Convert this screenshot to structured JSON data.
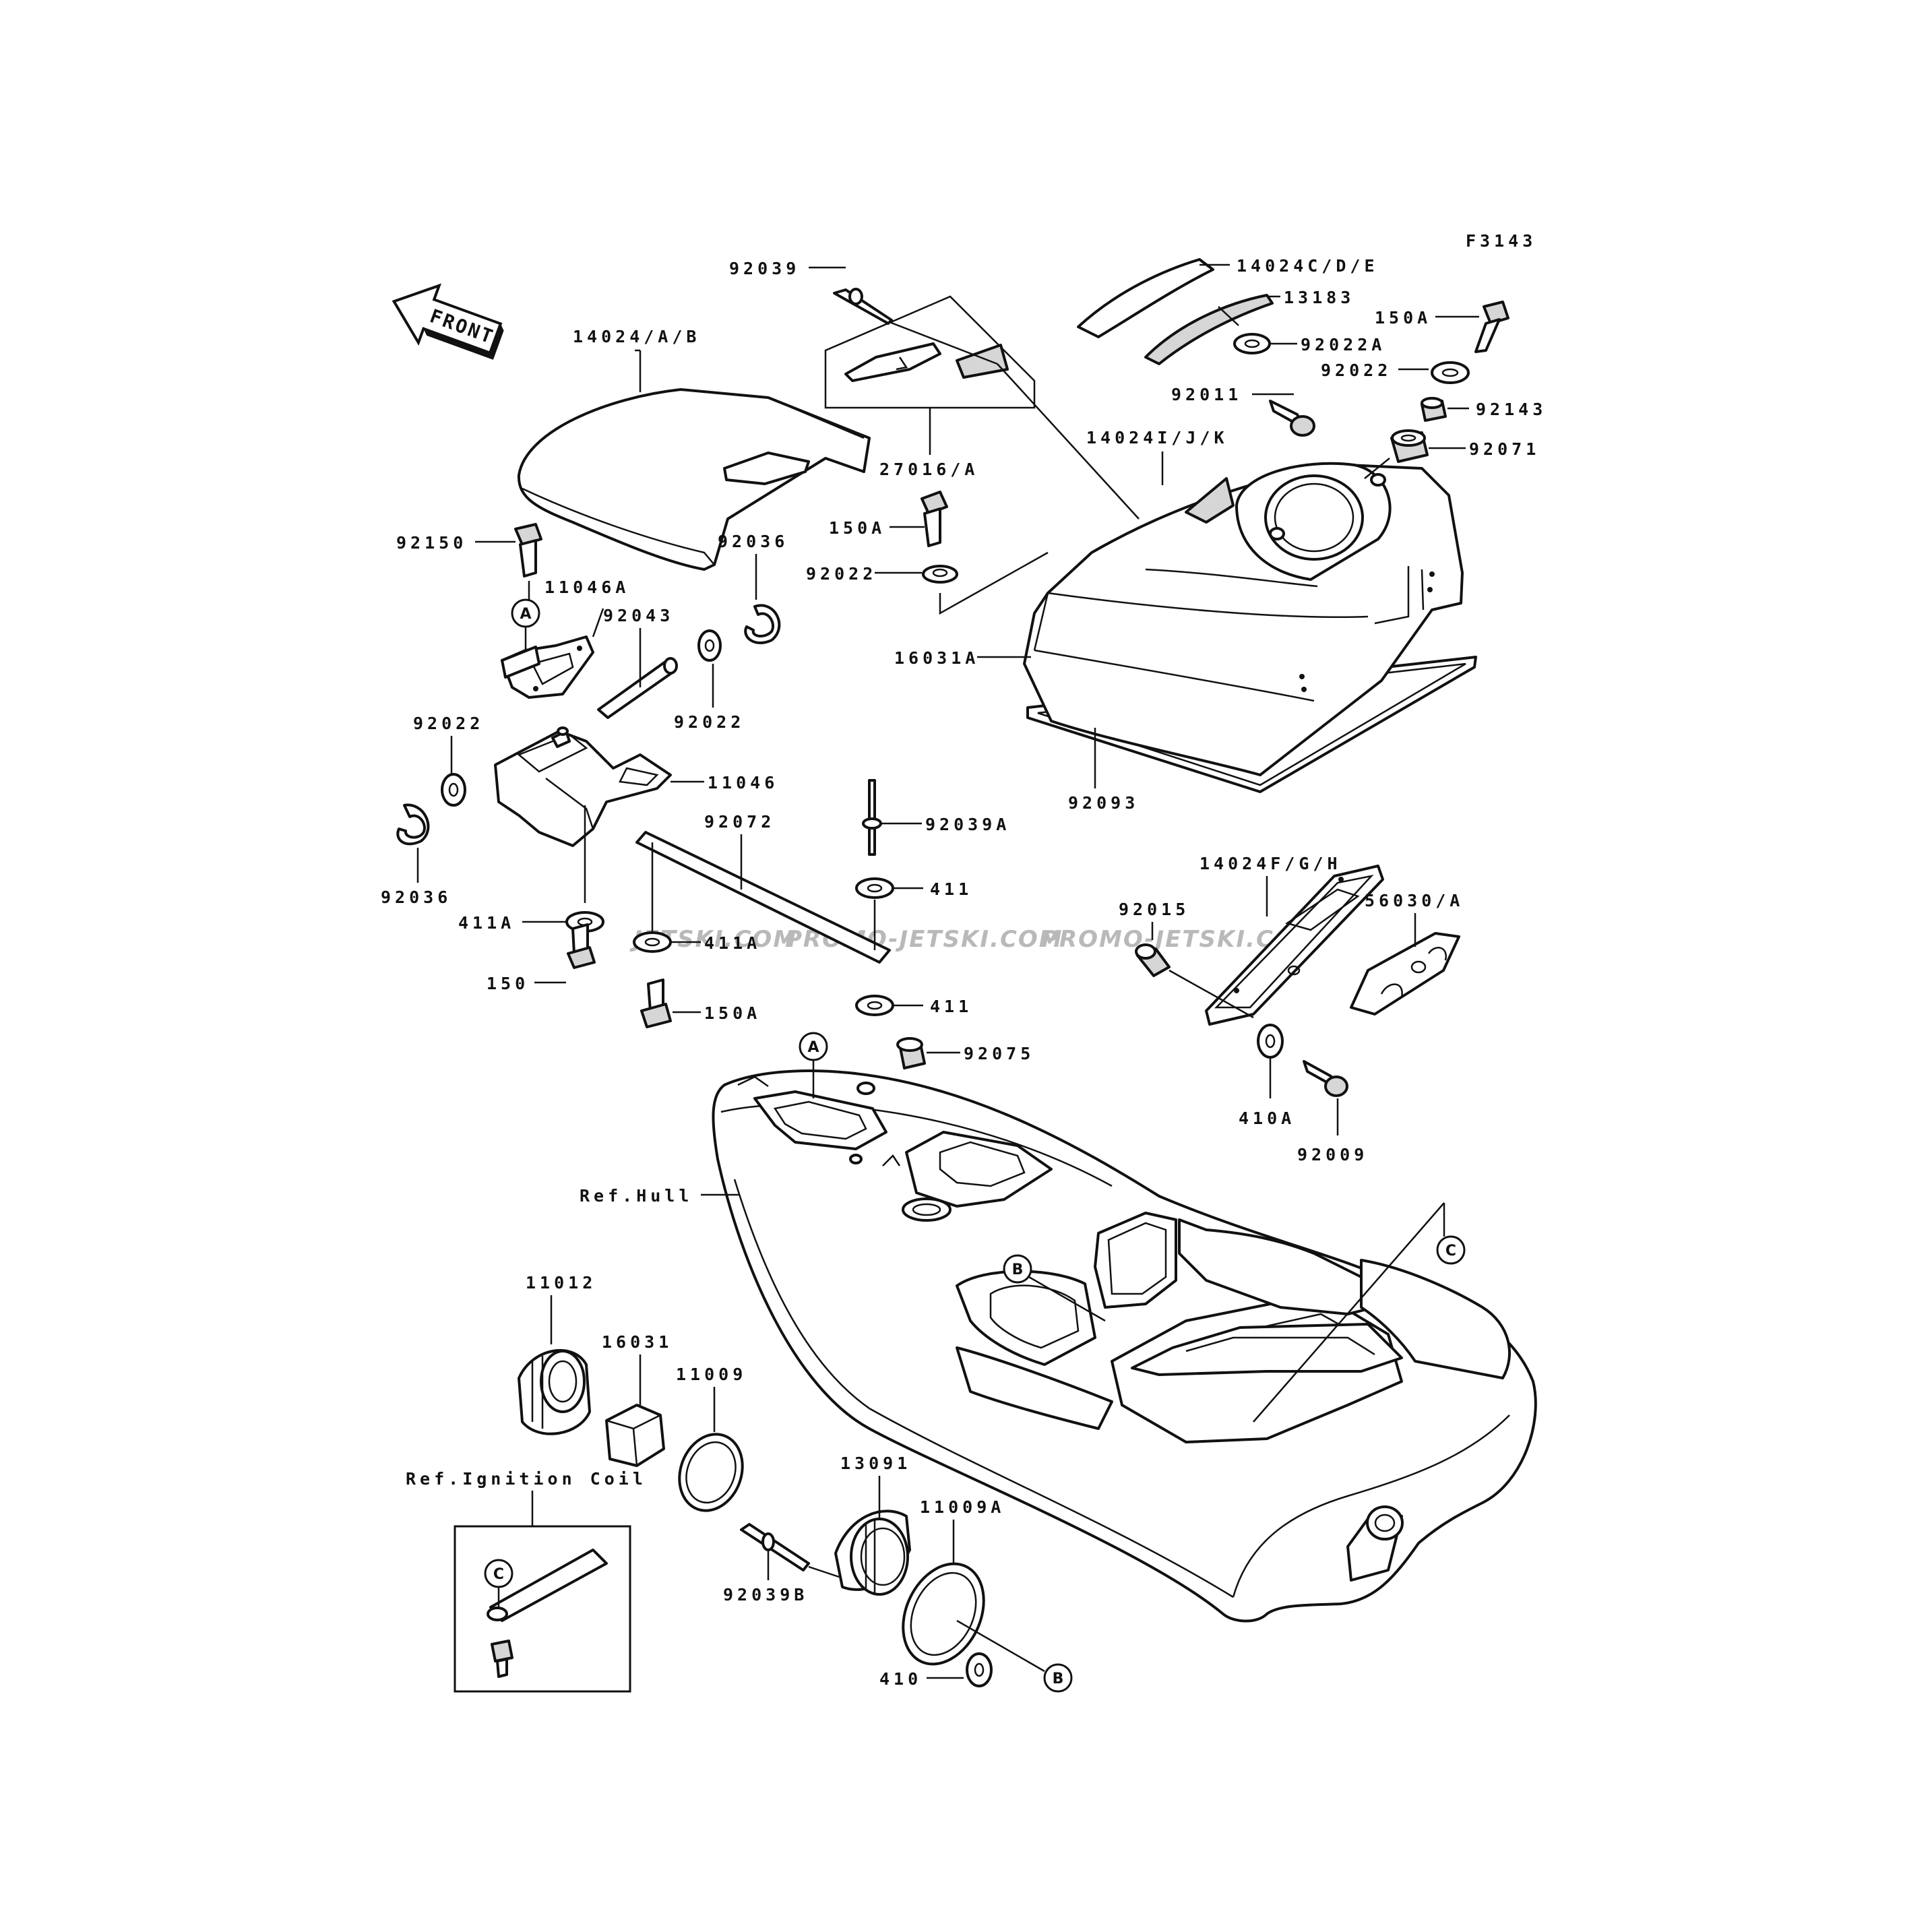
{
  "diagram": {
    "figure_code": "F3143",
    "front_label": "FRONT",
    "watermarks": [
      "JETSKI.COM",
      "PROMO-JETSKI.COM",
      "PROMO-JETSKI.COM"
    ],
    "callouts": {
      "p92039": "92039",
      "p14024cde": "14024C/D/E",
      "p13183": "13183",
      "p150a_top": "150A",
      "p92022a": "92022A",
      "p92022_tr": "92022",
      "p92011": "92011",
      "p92143": "92143",
      "p92071": "92071",
      "p14024ab": "14024/A/B",
      "p27016a": "27016/A",
      "p14024ijk": "14024I/J/K",
      "p150a_mid": "150A",
      "p92022_mid": "92022",
      "p92150": "92150",
      "p92036_up": "92036",
      "p11046a": "11046A",
      "p92043": "92043",
      "p92022_c": "92022",
      "p16031a": "16031A",
      "p92093": "92093",
      "p92022_l": "92022",
      "p11046": "11046",
      "p92072": "92072",
      "p92039a": "92039A",
      "p92036_l": "92036",
      "p411a_l": "411A",
      "p411a_c": "411A",
      "p411_up": "411",
      "p411_dn": "411",
      "p150": "150",
      "p150a_low": "150A",
      "p14024fgh": "14024F/G/H",
      "p92015": "92015",
      "p56030a": "56030/A",
      "p410a": "410A",
      "p92009": "92009",
      "p92075": "92075",
      "p_ref_hull": "Ref.Hull",
      "p11012": "11012",
      "p16031": "16031",
      "p11009": "11009",
      "p13091": "13091",
      "p11009a": "11009A",
      "p_ref_ign": "Ref.Ignition Coil",
      "p92039b": "92039B",
      "p410": "410"
    },
    "refs": {
      "a": "A",
      "b": "B",
      "c": "C"
    }
  }
}
